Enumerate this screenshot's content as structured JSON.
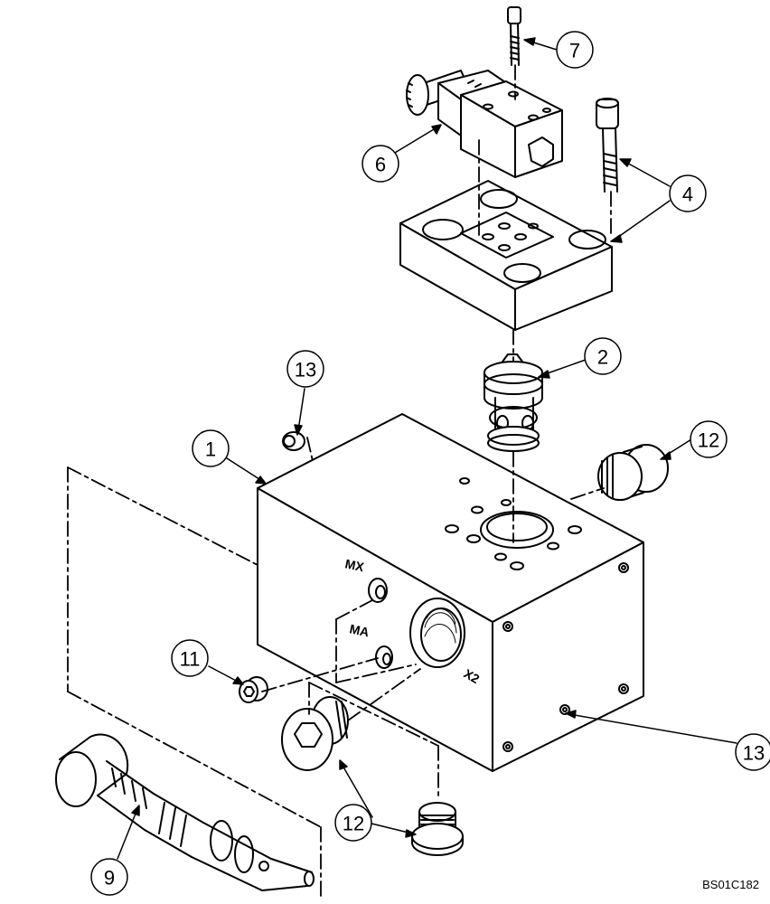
{
  "callouts": {
    "c1": "1",
    "c2": "2",
    "c4": "4",
    "c6": "6",
    "c7": "7",
    "c9": "9",
    "c11": "11",
    "c12_right": "12",
    "c12_bottom": "12",
    "c13_top": "13",
    "c13_right": "13"
  },
  "ports": {
    "mx": "MX",
    "ma": "MA",
    "x2": "X2"
  },
  "reference_code": "BS01C182"
}
